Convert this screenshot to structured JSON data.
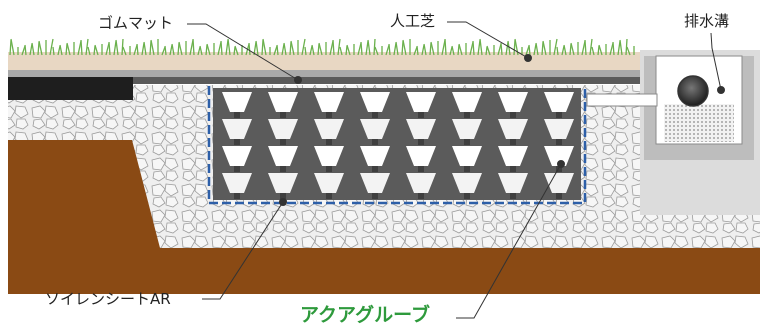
{
  "labels": {
    "rubber_mat": "ゴムマット",
    "artificial_turf": "人工芝",
    "drain": "排水溝",
    "sheet": "ソイレンシートAR",
    "product": "アクアグルーブ"
  },
  "colors": {
    "soil": "#8a4a14",
    "gravel_fill": "#eeeeee",
    "gravel_stroke": "#9a9a9a",
    "block": "#5b5b5b",
    "block_light": "#ffffff",
    "sheet_line": "#2d5fa8",
    "grass": "#6ab04c",
    "turf_base": "#e8d7c3",
    "rubber_mat": "#a9a9a9",
    "black_band": "#1e1e1e",
    "drain_body": "#e6e6e6",
    "product_label": "#2e9a3c"
  }
}
